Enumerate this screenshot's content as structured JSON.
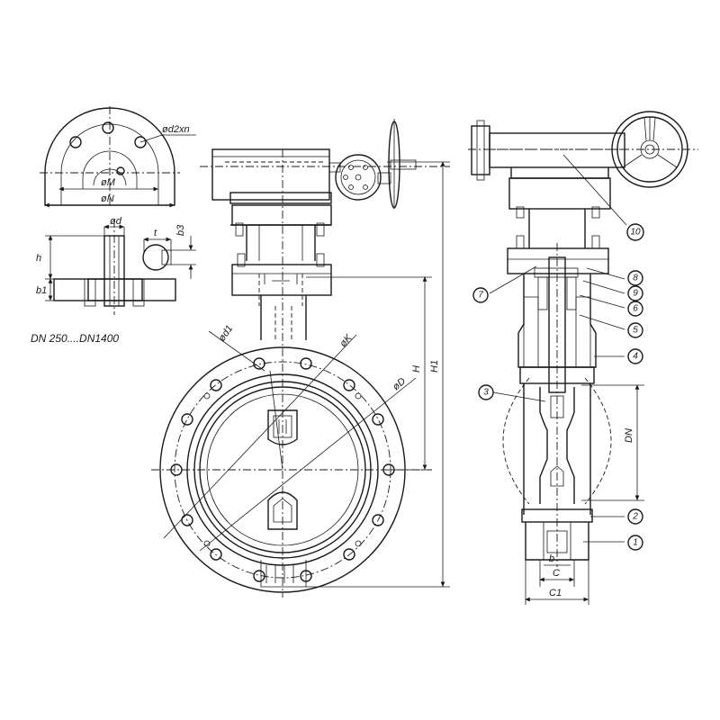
{
  "drawing": {
    "range_note": "DN 250....DN1400",
    "labels": {
      "d2xn": "ød2xn",
      "M": "øM",
      "N": "øN",
      "d": "ød",
      "t": "t",
      "b3": "b3",
      "h": "h",
      "b1": "b1",
      "d1": "ød1",
      "K": "øK",
      "D": "øD",
      "H": "H",
      "H1": "H1",
      "DN": "DN",
      "b": "b",
      "C": "C",
      "C1": "C1"
    },
    "callouts": [
      "1",
      "2",
      "3",
      "4",
      "5",
      "6",
      "7",
      "8",
      "9",
      "10"
    ]
  }
}
